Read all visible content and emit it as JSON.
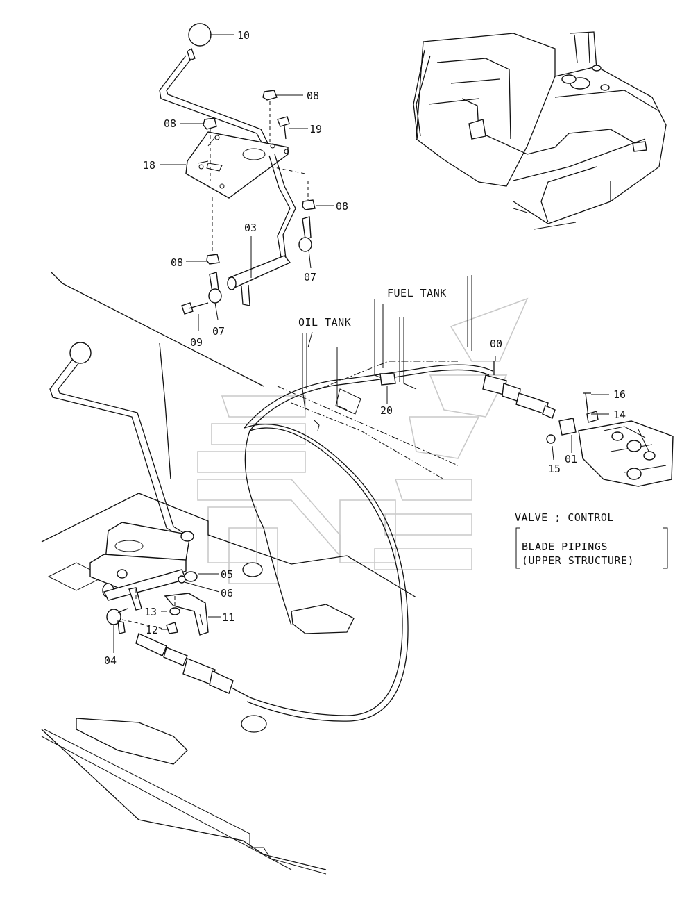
{
  "diagram": {
    "part_labels": {
      "p10": "10",
      "p08a": "08",
      "p08b": "08",
      "p19": "19",
      "p18": "18",
      "p08c": "08",
      "p03": "03",
      "p08d": "08",
      "p07a": "07",
      "p09": "09",
      "p07b": "07",
      "p00": "00",
      "p20": "20",
      "p16": "16",
      "p14": "14",
      "p15": "15",
      "p01": "01",
      "p05": "05",
      "p06": "06",
      "p13": "13",
      "p11": "11",
      "p12": "12",
      "p04": "04"
    },
    "callouts": {
      "fuel_tank": "FUEL TANK",
      "oil_tank": "OIL TANK"
    },
    "notes": {
      "valve_control": "VALVE ; CONTROL",
      "blade_pipings": "BLADE PIPINGS",
      "upper_structure": "(UPPER STRUCTURE)"
    }
  }
}
